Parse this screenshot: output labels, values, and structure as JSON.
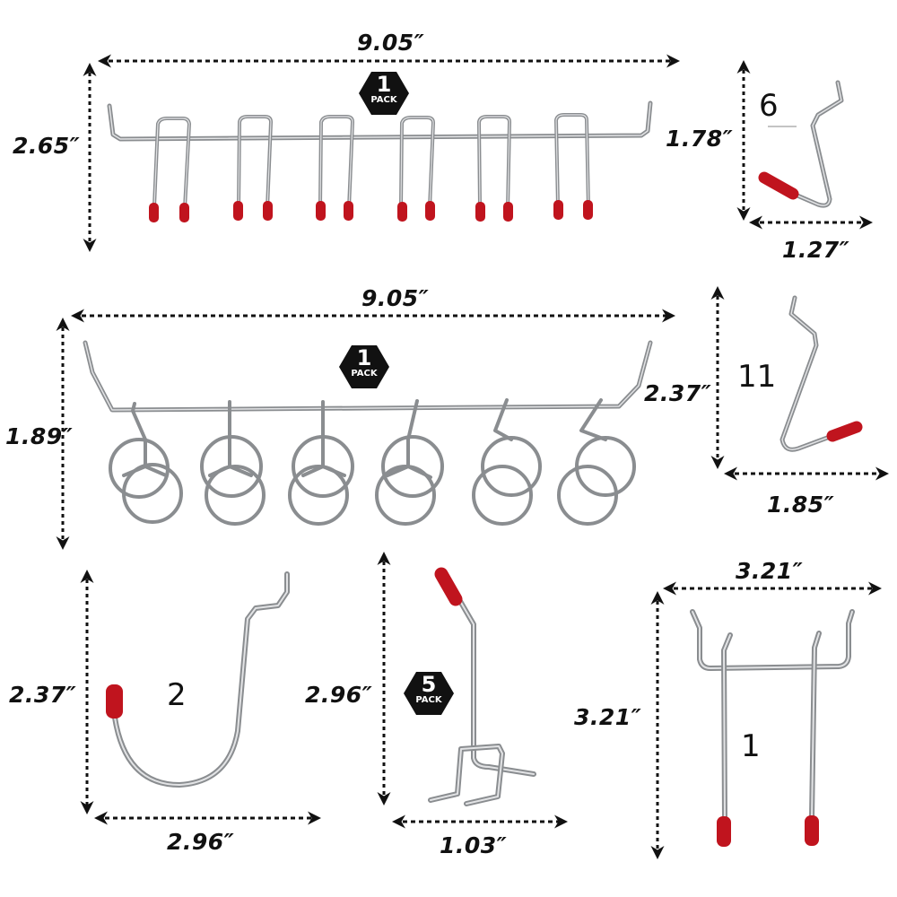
{
  "colors": {
    "background": "#ffffff",
    "text": "#111111",
    "wire": "#8a8d90",
    "wire_highlight": "#d9dbdd",
    "tip": "#c0141e",
    "badge": "#111111"
  },
  "products": [
    {
      "name": "6-position-double-prong-rack",
      "width": "9.05″",
      "height": "2.65″",
      "badge": {
        "number": "1",
        "label": "PACK"
      }
    },
    {
      "name": "small-angled-hook",
      "quantity": "6",
      "height": "1.78″",
      "width": "1.27″"
    },
    {
      "name": "6-ring-tool-rack",
      "width": "9.05″",
      "height": "1.89″",
      "badge": {
        "number": "1",
        "label": "PACK"
      }
    },
    {
      "name": "medium-angled-hook",
      "quantity": "11",
      "height": "2.37″",
      "width": "1.85″"
    },
    {
      "name": "j-hook",
      "quantity": "2",
      "height": "2.37″",
      "width": "2.96″"
    },
    {
      "name": "single-prong-hook",
      "height": "2.96″",
      "width": "1.03″",
      "badge": {
        "number": "5",
        "label": "PACK"
      }
    },
    {
      "name": "double-prong-hook",
      "quantity": "1",
      "height": "3.21″",
      "width": "3.21″"
    }
  ]
}
